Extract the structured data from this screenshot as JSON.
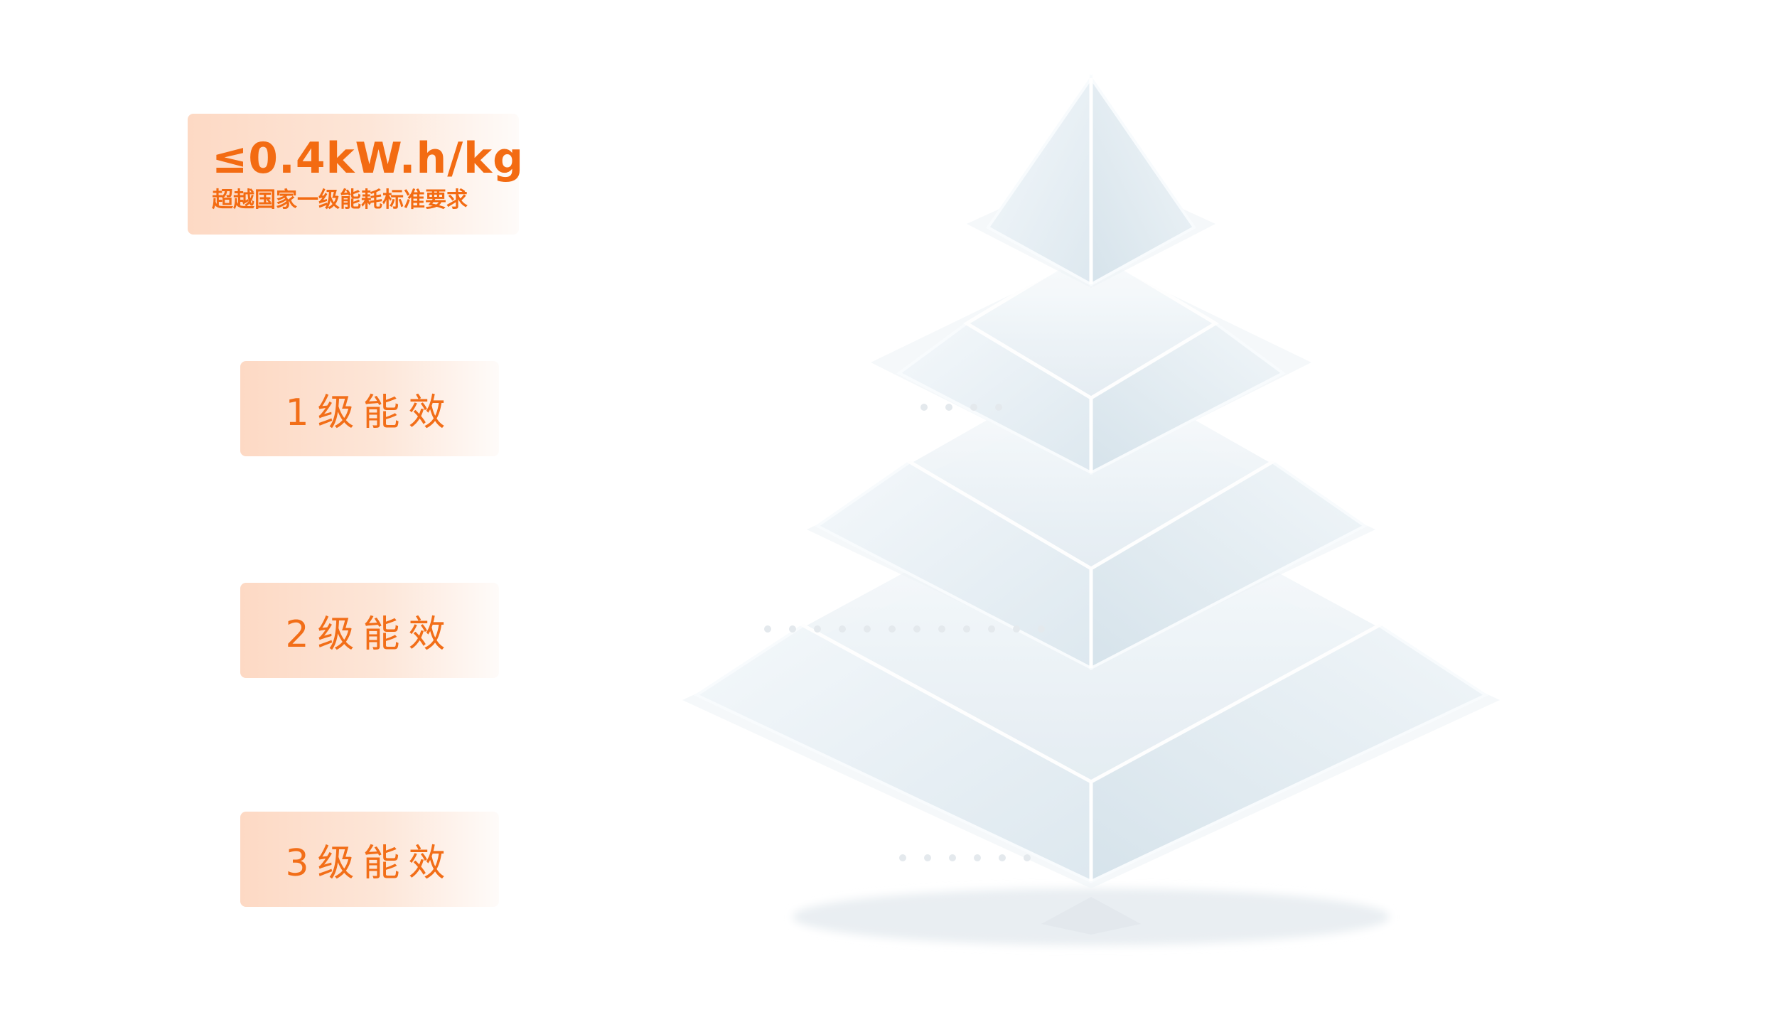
{
  "badge": {
    "value": "≤0.4kW.h/kg",
    "subtitle": "超越国家一级能耗标准要求"
  },
  "levels": [
    {
      "label": "1级能效"
    },
    {
      "label": "2级能效"
    },
    {
      "label": "3级能效"
    }
  ],
  "colors": {
    "accent": "#f36b12",
    "card_start": "#fdd9c4",
    "card_end": "#fefbf9",
    "glass_face": "#e6eef3",
    "glass_edge": "#f7fbfd"
  }
}
